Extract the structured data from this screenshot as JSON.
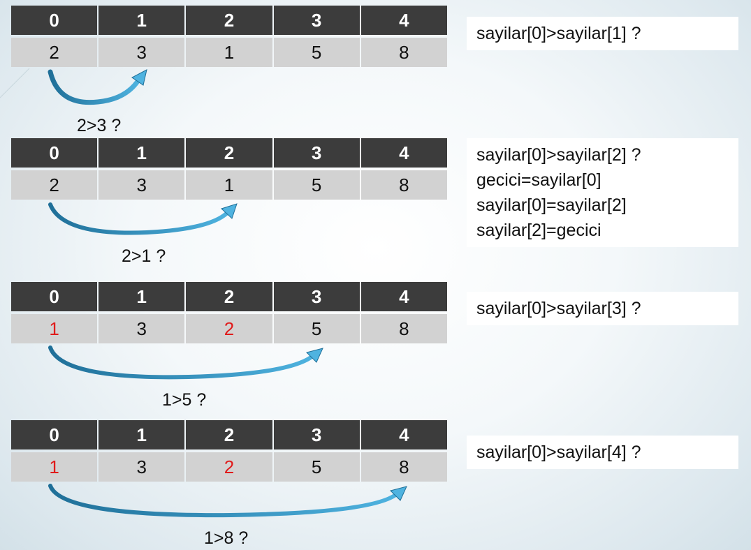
{
  "colors": {
    "header_bg": "#3c3c3c",
    "cell_bg": "#d2d2d2",
    "swapped_text": "#e01b1b",
    "arrow": "#2f8fbf",
    "note_bg": "#ffffff"
  },
  "steps": [
    {
      "indices": [
        "0",
        "1",
        "2",
        "3",
        "4"
      ],
      "values": [
        "2",
        "3",
        "1",
        "5",
        "8"
      ],
      "comparison": "2>3 ?",
      "note_lines": [
        "sayilar[0]>sayilar[1] ?"
      ]
    },
    {
      "indices": [
        "0",
        "1",
        "2",
        "3",
        "4"
      ],
      "values": [
        "2",
        "3",
        "1",
        "5",
        "8"
      ],
      "comparison": "2>1 ?",
      "note_lines": [
        "sayilar[0]>sayilar[2] ?",
        "gecici=sayilar[0]",
        "sayilar[0]=sayilar[2]",
        "sayilar[2]=gecici"
      ]
    },
    {
      "indices": [
        "0",
        "1",
        "2",
        "3",
        "4"
      ],
      "values": [
        "1",
        "3",
        "2",
        "5",
        "8"
      ],
      "comparison": "1>5 ?",
      "note_lines": [
        "sayilar[0]>sayilar[3] ?"
      ]
    },
    {
      "indices": [
        "0",
        "1",
        "2",
        "3",
        "4"
      ],
      "values": [
        "1",
        "3",
        "2",
        "5",
        "8"
      ],
      "comparison": "1>8 ?",
      "note_lines": [
        "sayilar[0]>sayilar[4] ?"
      ]
    }
  ]
}
